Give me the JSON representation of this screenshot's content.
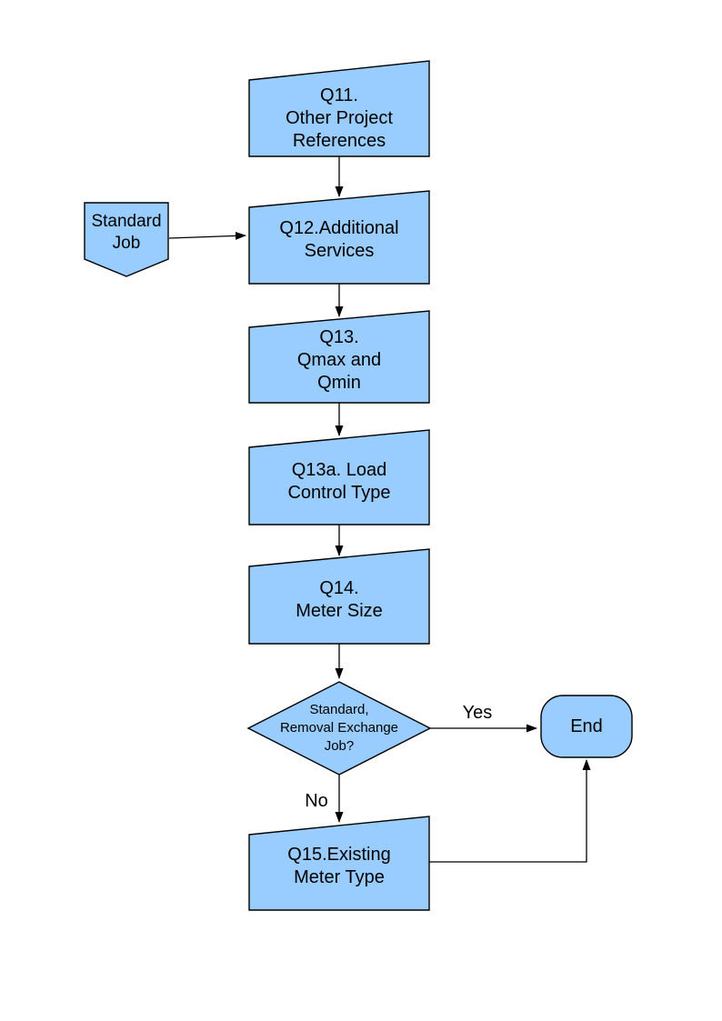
{
  "page": {
    "background": "#FFFFFF"
  },
  "diagram": {
    "shape_fill": "#99CCFF",
    "shape_border": "#000000",
    "nodes": {
      "q11": {
        "label": "Q11.\nOther Project\nReferences",
        "type": "manual-input"
      },
      "standard_job": {
        "label": "Standard\nJob",
        "type": "off-page-connector"
      },
      "q12": {
        "label": "Q12.Additional\nServices",
        "type": "manual-input"
      },
      "q13": {
        "label": "Q13.\nQmax and\nQmin",
        "type": "manual-input"
      },
      "q13a": {
        "label": "Q13a. Load\nControl Type",
        "type": "manual-input"
      },
      "q14": {
        "label": "Q14.\nMeter Size",
        "type": "manual-input"
      },
      "decision": {
        "label": "Standard,\nRemoval Exchange\nJob?",
        "type": "decision"
      },
      "end": {
        "label": "End",
        "type": "terminator"
      },
      "q15": {
        "label": "Q15.Existing\nMeter Type",
        "type": "manual-input"
      }
    },
    "edges": [
      {
        "from": "q11",
        "to": "q12",
        "label": ""
      },
      {
        "from": "standard_job",
        "to": "q12",
        "label": ""
      },
      {
        "from": "q12",
        "to": "q13",
        "label": ""
      },
      {
        "from": "q13",
        "to": "q13a",
        "label": ""
      },
      {
        "from": "q13a",
        "to": "q14",
        "label": ""
      },
      {
        "from": "q14",
        "to": "decision",
        "label": ""
      },
      {
        "from": "decision",
        "to": "end",
        "label": "Yes"
      },
      {
        "from": "decision",
        "to": "q15",
        "label": "No"
      },
      {
        "from": "q15",
        "to": "end",
        "label": ""
      }
    ]
  }
}
